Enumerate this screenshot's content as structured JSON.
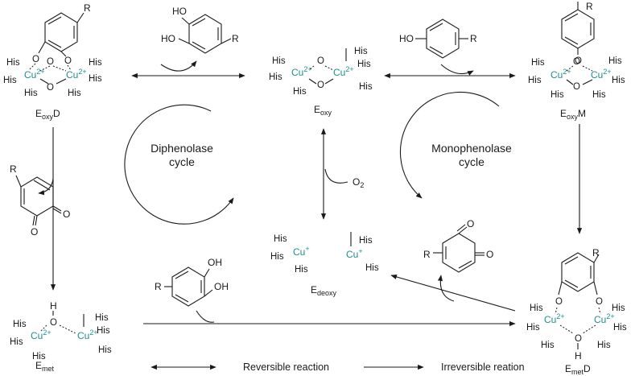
{
  "labels": {
    "r": "R",
    "ho": "HO",
    "oh": "OH",
    "o": "O",
    "his": "His",
    "cu2": "Cu",
    "cu2_charge": "2+",
    "cu1_charge": "+",
    "h": "H",
    "o2": "O",
    "o2_sub": "2"
  },
  "species": {
    "eoxyd": {
      "main": "E",
      "sub": "oxy",
      "tail": "D"
    },
    "eoxy": {
      "main": "E",
      "sub": "oxy",
      "tail": ""
    },
    "eoxym": {
      "main": "E",
      "sub": "oxy",
      "tail": "M"
    },
    "edeoxy": {
      "main": "E",
      "sub": "deoxy",
      "tail": ""
    },
    "emet": {
      "main": "E",
      "sub": "met",
      "tail": ""
    },
    "emetd": {
      "main": "E",
      "sub": "met",
      "tail": "D"
    }
  },
  "cycles": {
    "diphenolase": [
      "Diphenolase",
      "cycle"
    ],
    "monophenolase": [
      "Monophenolase",
      "cycle"
    ]
  },
  "legend": {
    "reversible": "Reversible reaction",
    "irreversible": "Irreversible reation"
  }
}
